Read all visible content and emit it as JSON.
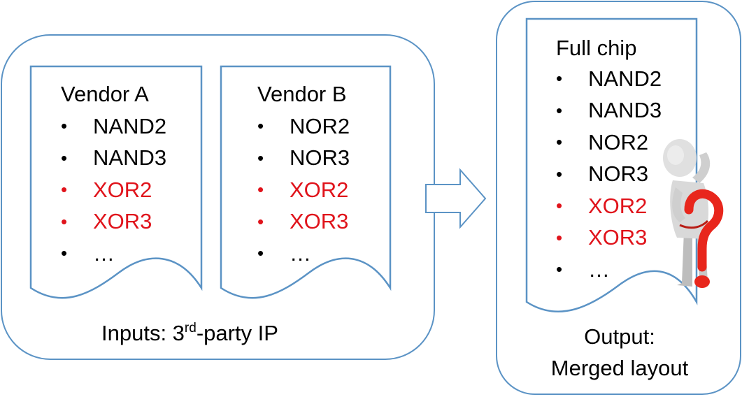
{
  "inputs": {
    "caption_prefix": "Inputs: 3",
    "caption_sup": "rd",
    "caption_suffix": "-party IP",
    "vendor_a": {
      "title": "Vendor A",
      "items": [
        {
          "text": "NAND2",
          "highlight": false
        },
        {
          "text": "NAND3",
          "highlight": false
        },
        {
          "text": "XOR2",
          "highlight": true
        },
        {
          "text": "XOR3",
          "highlight": true
        },
        {
          "text": "…",
          "highlight": false
        }
      ]
    },
    "vendor_b": {
      "title": "Vendor B",
      "items": [
        {
          "text": "NOR2",
          "highlight": false
        },
        {
          "text": "NOR3",
          "highlight": false
        },
        {
          "text": "XOR2",
          "highlight": true
        },
        {
          "text": "XOR3",
          "highlight": true
        },
        {
          "text": "…",
          "highlight": false
        }
      ]
    }
  },
  "output": {
    "caption_line1": "Output:",
    "caption_line2": "Merged layout",
    "full_chip": {
      "title": "Full chip",
      "items": [
        {
          "text": "NAND2",
          "highlight": false
        },
        {
          "text": "NAND3",
          "highlight": false
        },
        {
          "text": "NOR2",
          "highlight": false
        },
        {
          "text": "NOR3",
          "highlight": false
        },
        {
          "text": "XOR2",
          "highlight": true
        },
        {
          "text": "XOR3",
          "highlight": true
        },
        {
          "text": "…",
          "highlight": false
        }
      ]
    }
  },
  "bullet_symbol": "•",
  "colors": {
    "outline": "#5b93c5",
    "highlight": "#e0131b",
    "question_mark": "#e8261c",
    "figure": "#d9d9d9"
  }
}
